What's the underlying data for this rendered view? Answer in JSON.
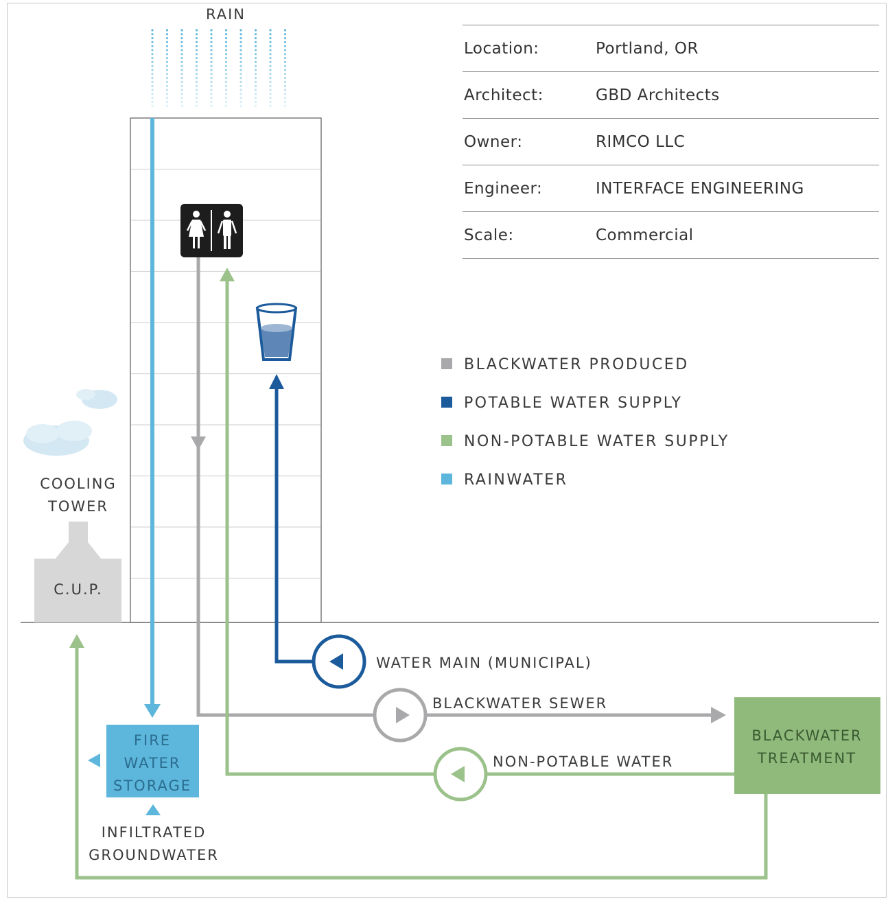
{
  "info": {
    "rows": [
      {
        "key": "Location:",
        "value": "Portland, OR"
      },
      {
        "key": "Architect:",
        "value": "GBD Architects"
      },
      {
        "key": "Owner:",
        "value": "RIMCO LLC"
      },
      {
        "key": "Engineer:",
        "value": "INTERFACE ENGINEERING"
      },
      {
        "key": "Scale:",
        "value": "Commercial"
      }
    ]
  },
  "labels": {
    "rain": "RAIN",
    "cooling_tower_1": "COOLING",
    "cooling_tower_2": "TOWER",
    "cup": "C.U.P.",
    "water_main": "WATER MAIN (MUNICIPAL)",
    "blackwater_sewer": "BLACKWATER SEWER",
    "non_potable_water": "NON-POTABLE WATER",
    "fire_1": "FIRE",
    "fire_2": "WATER",
    "fire_3": "STORAGE",
    "infiltrated_1": "INFILTRATED",
    "infiltrated_2": "GROUNDWATER",
    "treatment_1": "BLACKWATER",
    "treatment_2": "TREATMENT"
  },
  "legend": [
    {
      "label": "BLACKWATER PRODUCED",
      "color": "#a9a9ab"
    },
    {
      "label": "POTABLE WATER SUPPLY",
      "color": "#1c5b9b"
    },
    {
      "label": "NON-POTABLE WATER SUPPLY",
      "color": "#9cc28b"
    },
    {
      "label": "RAINWATER",
      "color": "#5db6dc"
    }
  ],
  "colors": {
    "blackwater": "#a9a9ab",
    "potable": "#1c5b9b",
    "non_potable": "#9cc28b",
    "rainwater": "#5db6dc",
    "treatment_box": "#8fba7c",
    "fire_box": "#5db6dc"
  },
  "icons": [
    "restroom-icon",
    "water-glass-icon",
    "pump-icon",
    "cloud-icon"
  ]
}
